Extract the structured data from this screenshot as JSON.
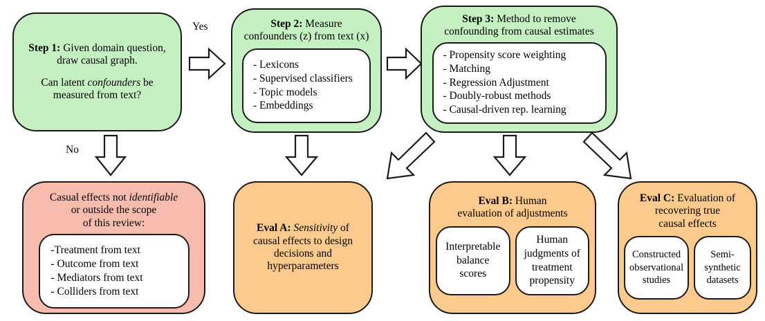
{
  "diagram": {
    "title": "Causal inference with text pipeline flowchart",
    "colors": {
      "green": "#c4f0c2",
      "pink": "#f8bcae",
      "orange": "#fbca8c",
      "subbox": "#ffffff",
      "stroke": "#1a1a1a"
    }
  },
  "nodes": {
    "step1": {
      "label_bold": "Step 1:",
      "line1_rest": " Given domain question,",
      "line2": "draw causal graph.",
      "line3_a": "Can latent ",
      "line3_em": "confounders",
      "line3_b": " be",
      "line4": "measured from text?"
    },
    "step2": {
      "label_bold": "Step 2:",
      "line1_rest": " Measure",
      "line2": "confounders (z) from text (x)",
      "items": [
        "- Lexicons",
        "- Supervised classifiers",
        "- Topic models",
        "- Embeddings"
      ]
    },
    "step3": {
      "label_bold": "Step 3:",
      "line1_rest": " Method to remove",
      "line2": "confounding from causal estimates",
      "items": [
        "- Propensity score weighting",
        "- Matching",
        "- Regression Adjustment",
        "- Doubly-robust methods",
        "- Causal-driven rep. learning"
      ]
    },
    "not_identifiable": {
      "line1_a": "Casual effects not ",
      "line1_em": "identifiable",
      "line2": "or outside the scope",
      "line3": "of this review:",
      "items": [
        "-Treatment from text",
        "- Outcome from text",
        "- Mediators from text",
        "- Colliders from text"
      ]
    },
    "eval_a": {
      "label_bold": "Eval A:",
      "line1_em": " Sensitivity",
      "line1_rest": " of",
      "line2": "causal effects to design",
      "line3": "decisions and",
      "line4": "hyperparameters"
    },
    "eval_b": {
      "label_bold": "Eval B:",
      "line1_rest": " Human",
      "line2": "evaluation of adjustments",
      "sub_left": [
        "Interpretable",
        "balance",
        "scores"
      ],
      "sub_right": [
        "Human",
        "judgments of",
        "treatment",
        "propensity"
      ]
    },
    "eval_c": {
      "label_bold": "Eval C:",
      "line1_rest": " Evaluation of",
      "line2": "recovering true",
      "line3": "causal effects",
      "sub_left": [
        "Constructed",
        "observational",
        "studies"
      ],
      "sub_right": [
        "Semi-",
        "synthetic",
        "datasets"
      ]
    }
  },
  "arrows": {
    "yes_label": "Yes",
    "no_label": "No",
    "step1_to_step2": "block-arrow-right",
    "step2_to_step3": "block-arrow-right",
    "step1_to_not_identifiable": "block-arrow-down",
    "step2_to_eval_a": "block-arrow-down",
    "step3_to_eval_a": "block-arrow-down-left",
    "step3_to_eval_b": "block-arrow-down",
    "step3_to_eval_c": "block-arrow-down-right"
  }
}
